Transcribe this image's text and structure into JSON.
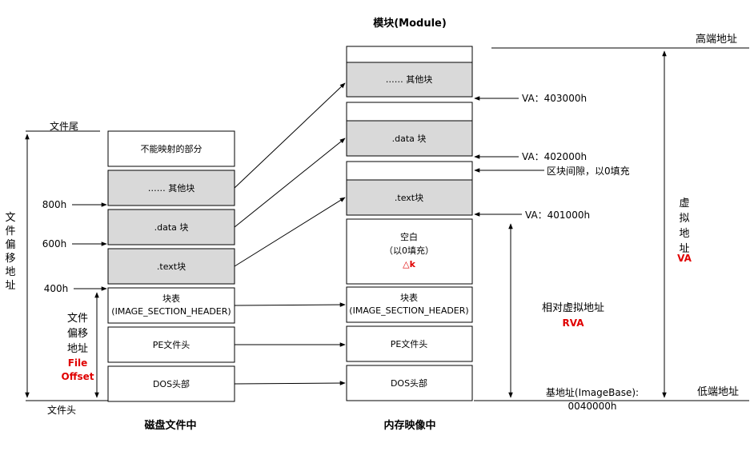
{
  "titles": {
    "module": "模块(Module)",
    "disk": "磁盘文件中",
    "memory": "内存映像中"
  },
  "disk_blocks": {
    "unmapped": "不能映射的部分",
    "other": "…… 其他块",
    "data": ".data 块",
    "text": ".text块",
    "section_table_line1": "块表",
    "section_table_line2": "(IMAGE_SECTION_HEADER)",
    "pe_header": "PE文件头",
    "dos_header": "DOS头部"
  },
  "mem_blocks": {
    "other": "…… 其他块",
    "data": ".data 块",
    "text": ".text块",
    "blank_line1": "空白",
    "blank_line2": "（以0填充）",
    "delta_k": "△k",
    "section_table_line1": "块表",
    "section_table_line2": "(IMAGE_SECTION_HEADER)",
    "pe_header": "PE文件头",
    "dos_header": "DOS头部"
  },
  "file_labels": {
    "file_tail": "文件尾",
    "file_head": "文件头",
    "offset_800": "800h",
    "offset_600": "600h",
    "offset_400": "400h",
    "file_offset_vertical": [
      "文",
      "件",
      "偏",
      "移",
      "地",
      "址"
    ],
    "file_offset_inner": [
      "文件",
      "偏移",
      "地址"
    ],
    "file_offset_en": [
      "File",
      "Offset"
    ]
  },
  "mem_labels": {
    "va_403000": "VA：403000h",
    "va_402000": "VA：402000h",
    "gap_note": "区块间隙，以0填充",
    "va_401000": "VA：401000h",
    "high_addr": "高端地址",
    "low_addr": "低端地址",
    "va_vertical": [
      "虚",
      "拟",
      "地",
      "址"
    ],
    "va_en": "VA",
    "rva_cn": "相对虚拟地址",
    "rva_en": "RVA",
    "image_base_line1": "基地址(ImageBase):",
    "image_base_line2": "0040000h"
  },
  "colors": {
    "section_fill": "#d9d9d9",
    "accent_red": "#e00000",
    "stroke": "#000000"
  }
}
